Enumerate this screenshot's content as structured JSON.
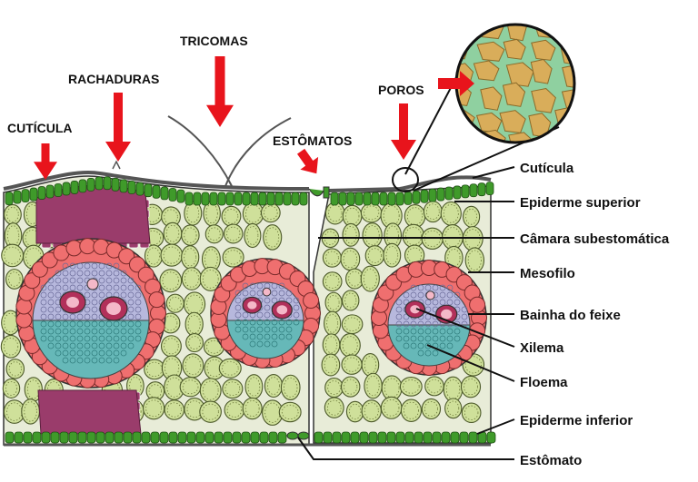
{
  "top_labels": {
    "cuticula": "CUTÍCULA",
    "rachaduras": "RACHADURAS",
    "tricomas": "TRICOMAS",
    "estomatos": "ESTÔMATOS",
    "poros": "POROS"
  },
  "right_labels": {
    "cuticula": "Cutícula",
    "epiderme_superior": "Epiderme superior",
    "camara": "Câmara subestomática",
    "mesofilo": "Mesofilo",
    "bainha": "Bainha do feixe",
    "xilema": "Xilema",
    "floema": "Floema",
    "epiderme_inferior": "Epiderme inferior",
    "estomato": "Estômato"
  },
  "colors": {
    "arrow": "#e8141c",
    "epidermis": "#3f9a2a",
    "mesophyll": "#cfe09a",
    "sheath": "#ef6f6f",
    "xylem": "#b7b8dd",
    "phloem": "#66b8b8",
    "sclerenchyma": "#9a3c6b",
    "pore_bg": "#8fd0a0",
    "pore_plate": "#d9ad5a"
  }
}
